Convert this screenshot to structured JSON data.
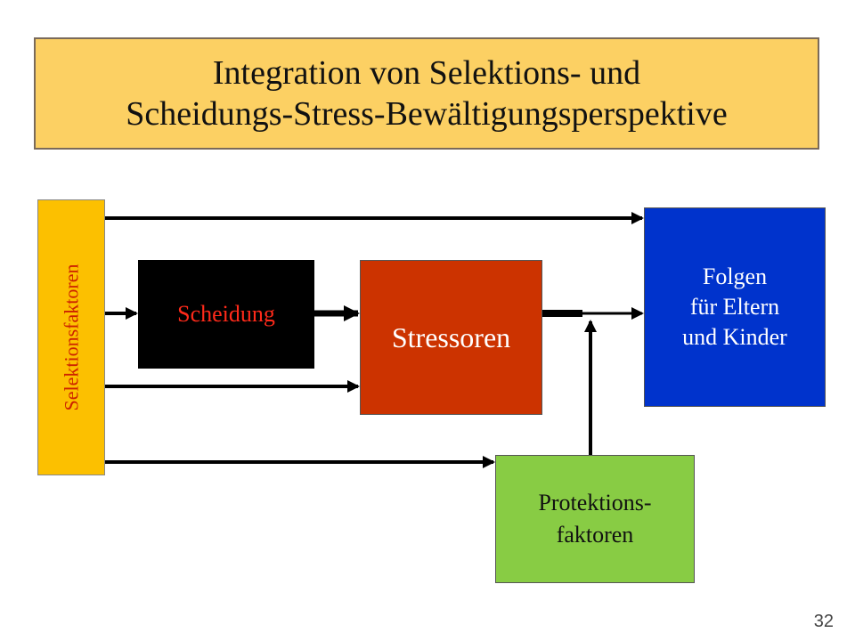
{
  "title": {
    "line1": "Integration von Selektions- und",
    "line2": "Scheidungs-Stress-Bewältigungsperspektive"
  },
  "nodes": {
    "selektion": "Selektionsfaktoren",
    "scheidung": "Scheidung",
    "stressoren": "Stressoren",
    "folgen": [
      "Folgen",
      "für Eltern",
      "und Kinder"
    ],
    "protektion": [
      "Protektions-",
      "faktoren"
    ]
  },
  "colors": {
    "title_bg": "#fcd063",
    "selektion_bg": "#fcc000",
    "scheidung_bg": "#000000",
    "stressoren_bg": "#cc3300",
    "folgen_bg": "#0033cc",
    "protektion_bg": "#88cc44"
  },
  "page_number": "32"
}
